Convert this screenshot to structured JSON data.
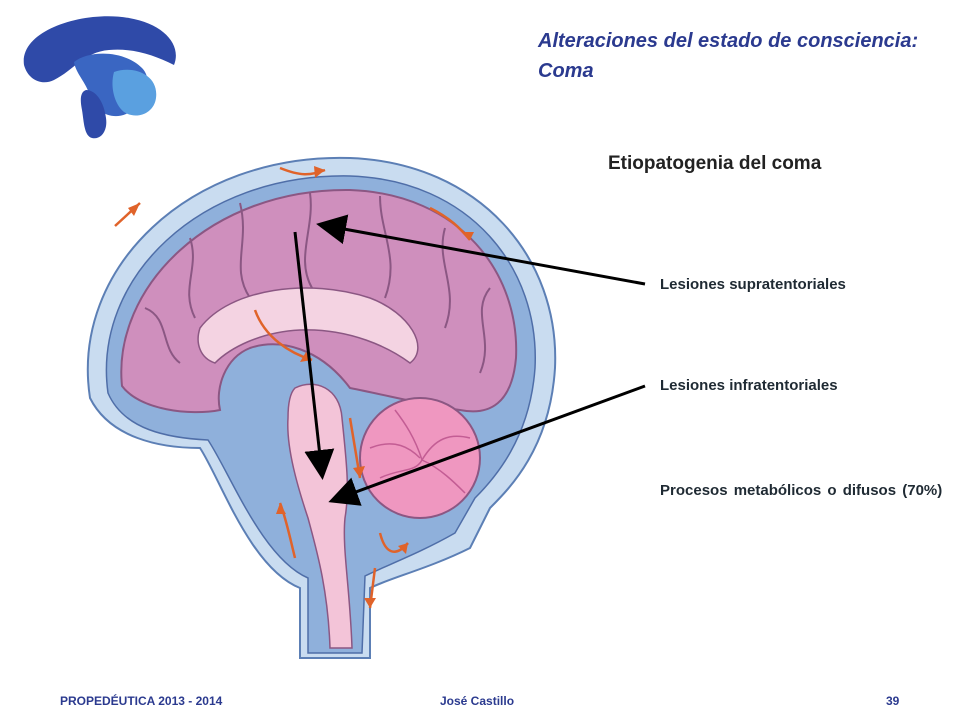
{
  "header": {
    "title_line1": "Alteraciones del estado de consciencia:",
    "title_line2": "Coma"
  },
  "main": {
    "subtitle": "Etiopatogenia del coma",
    "labels": [
      "Lesiones supratentoriales",
      "Lesiones infratentoriales",
      "Procesos metabólicos o difusos (70%)"
    ]
  },
  "footer": {
    "course": "PROPEDÉUTICA 2013 - 2014",
    "author": "José Castillo",
    "page": "39"
  },
  "colors": {
    "title": "#2b3a8f",
    "brain_cortex": "#cf8fbd",
    "csf": "#8fb0db",
    "skull": "#c9dcf0",
    "brainstem": "#f3c4d8",
    "cerebellum": "#ef97c0",
    "flow_arrows": "#e0632a",
    "pointer_arrows": "#000000"
  },
  "icons": [
    "brain-logo-icon",
    "brain-sagittal-illustration"
  ]
}
